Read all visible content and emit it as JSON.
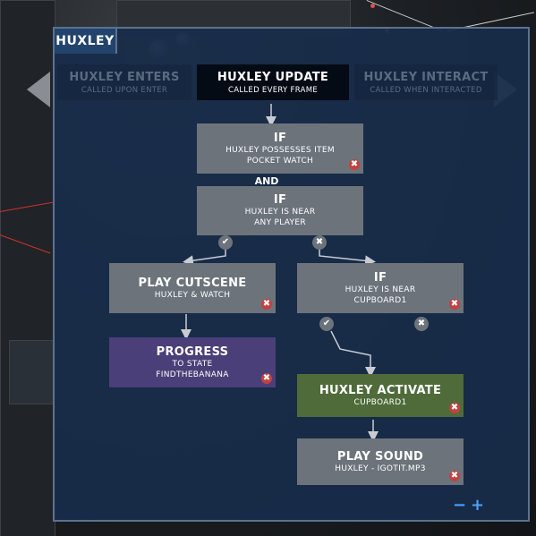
{
  "window": {
    "title": "HUXLEY"
  },
  "tabs": [
    {
      "title": "HUXLEY ENTERS",
      "subtitle": "CALLED UPON ENTER",
      "state": "inactive"
    },
    {
      "title": "HUXLEY UPDATE",
      "subtitle": "CALLED EVERY FRAME",
      "state": "active"
    },
    {
      "title": "HUXLEY INTERACT",
      "subtitle": "CALLED WHEN INTERACTED",
      "state": "inactive"
    }
  ],
  "nodes": {
    "if_possesses": {
      "title": "IF",
      "line1": "HUXLEY POSSESSES ITEM",
      "line2": "POCKET WATCH"
    },
    "and_label": "AND",
    "if_near_player": {
      "title": "IF",
      "line1": "HUXLEY IS NEAR",
      "line2": "ANY PLAYER"
    },
    "play_cutscene": {
      "title": "PLAY CUTSCENE",
      "line1": "HUXLEY & WATCH"
    },
    "if_near_cupboard": {
      "title": "IF",
      "line1": "HUXLEY IS NEAR",
      "line2": "CUPBOARD1"
    },
    "progress": {
      "title": "PROGRESS",
      "line1": "TO STATE",
      "line2": "FINDTHEBANANA"
    },
    "huxley_activate": {
      "title": "HUXLEY ACTIVATE",
      "line1": "CUPBOARD1"
    },
    "play_sound": {
      "title": "PLAY SOUND",
      "line1": "HUXLEY - IGOTIT.MP3"
    }
  },
  "glyphs": {
    "delete": "✖",
    "yes": "✔",
    "no": "✖"
  },
  "zoom": {
    "out": "−",
    "in": "+"
  },
  "colors": {
    "node_gray": "#6c737b",
    "node_purple": "#4a3f78",
    "node_green": "#4f6b3a",
    "panel": "#182c4a",
    "delete": "#c44040",
    "zoom": "#4aa3ff"
  }
}
